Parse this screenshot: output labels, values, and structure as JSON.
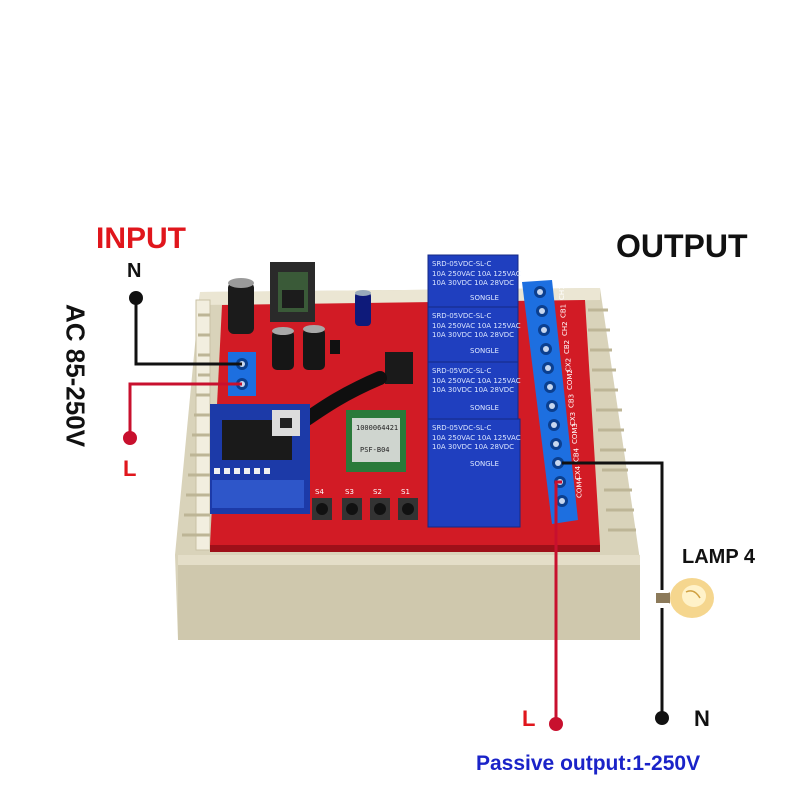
{
  "labels": {
    "input": "INPUT",
    "output": "OUTPUT",
    "n_input": "N",
    "l_input": "L",
    "ac_range": "AC 85-250V",
    "lamp": "LAMP 4",
    "l_output": "L",
    "n_output": "N",
    "passive_output": "Passive output:1-250V"
  },
  "board": {
    "relay_label": "SRD-05VDC-SL-C",
    "relay_rating_1": "10A 250VAC 10A 125VAC",
    "relay_rating_2": "10A 30VDC 10A 28VDC",
    "relay_brand": "SONGLE",
    "module_label": "PSF-B04",
    "module_id": "1000064421",
    "buttons": [
      "S4",
      "S3",
      "S2",
      "S1"
    ],
    "terminal_labels": [
      "CH1",
      "CB1",
      "CH2",
      "CB2",
      "CX2",
      "COM2",
      "CB3",
      "CX3",
      "COM3",
      "CB4",
      "CX4",
      "COM4"
    ]
  },
  "colors": {
    "input_label": "#e0161c",
    "passive_output_label": "#1a23c8",
    "wire_live": "#c8102e",
    "wire_neutral": "#111111",
    "pcb": "#d21b25",
    "relay": "#1f3fbf",
    "terminal": "#1d6fe0",
    "enclosure": "#e3ddc6"
  }
}
